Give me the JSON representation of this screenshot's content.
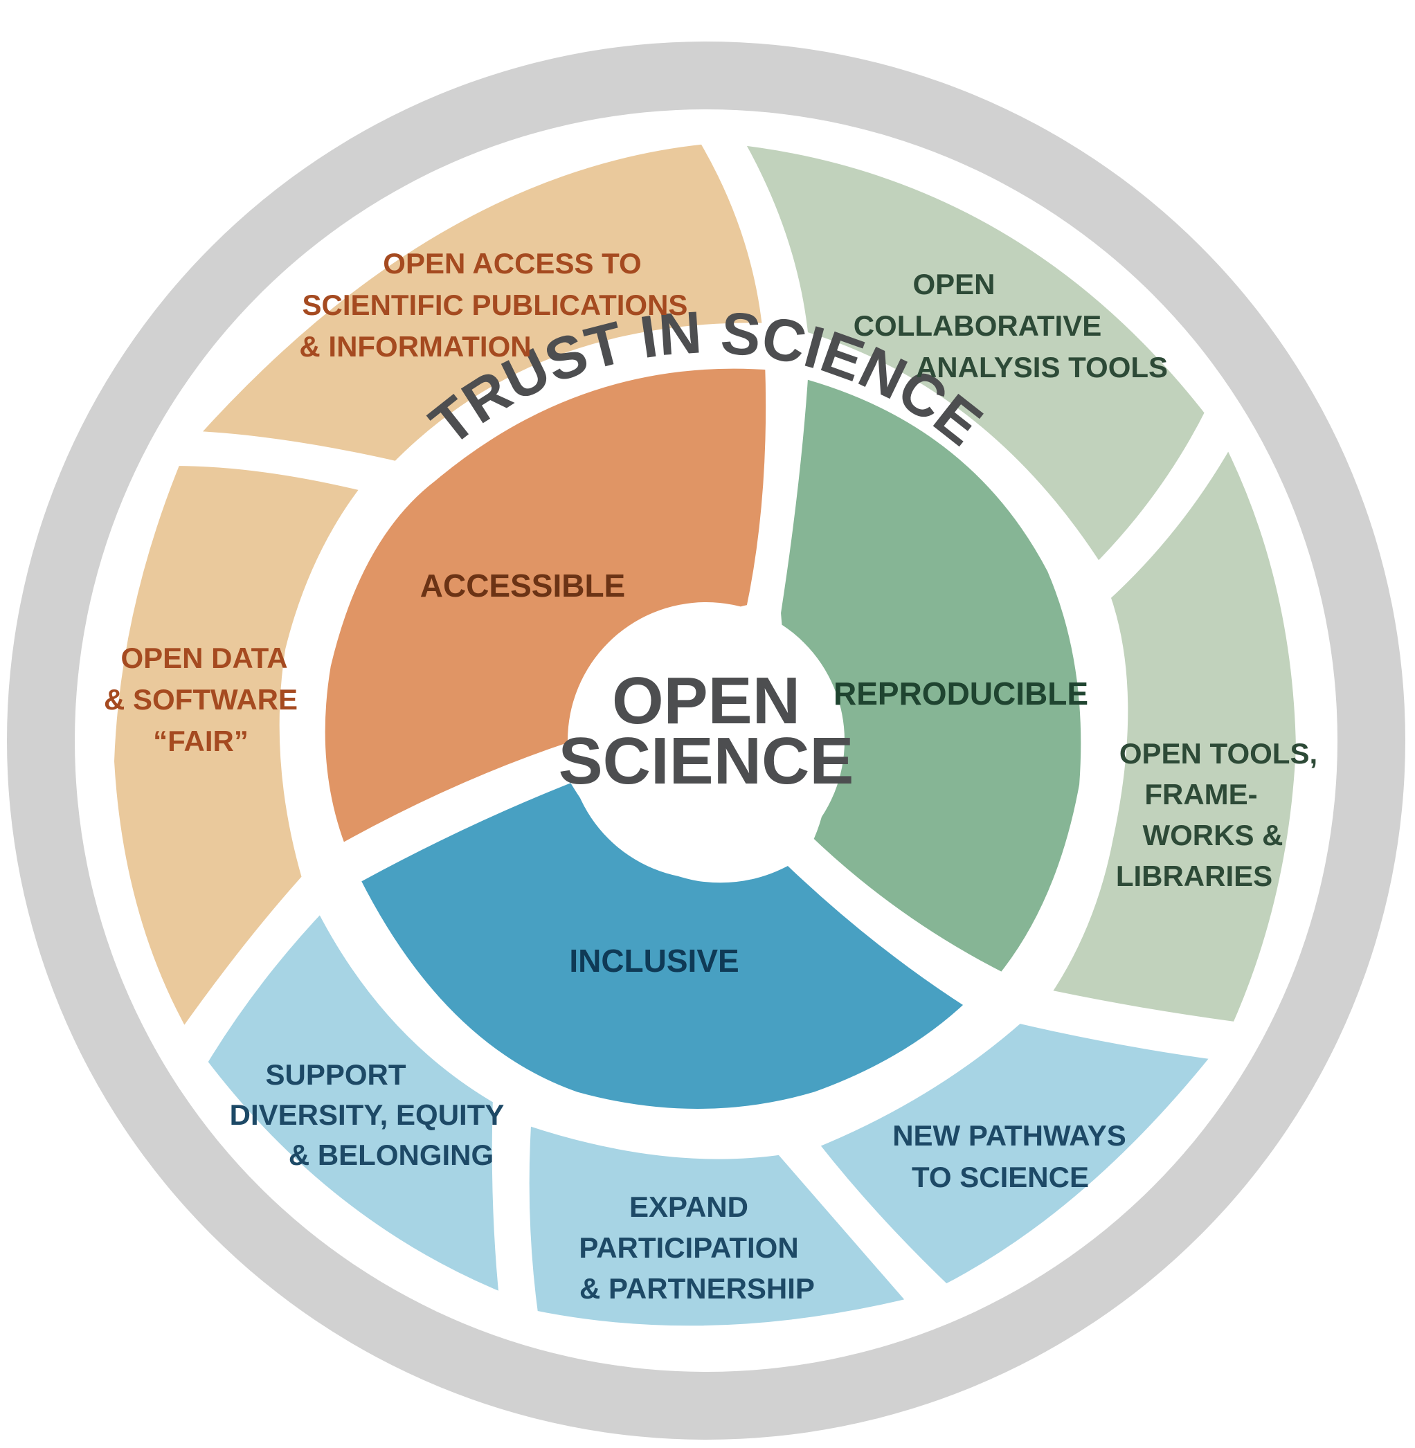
{
  "outer_ring": {
    "label": "TRUST IN SCIENCE",
    "color": "#d1d1d1",
    "text_color": "#4d4e50"
  },
  "center": {
    "lines": [
      "OPEN",
      "SCIENCE"
    ],
    "text_color": "#4d4e50"
  },
  "pillars": {
    "accessible": {
      "label": "ACCESSIBLE",
      "color": "#e09565",
      "text_color": "#6b3315"
    },
    "reproducible": {
      "label": "REPRODUCIBLE",
      "color": "#86b595",
      "text_color": "#1f4430"
    },
    "inclusive": {
      "label": "INCLUSIVE",
      "color": "#48a0c2",
      "text_color": "#0f3a56"
    }
  },
  "activities": {
    "open_access": {
      "lines": [
        "OPEN ACCESS TO",
        "SCIENTIFIC PUBLICATIONS",
        "& INFORMATION"
      ],
      "color": "#eac99c",
      "text_color": "#a54a20"
    },
    "open_data": {
      "lines": [
        "OPEN DATA",
        "& SOFTWARE",
        "“FAIR”"
      ],
      "color": "#eac99c",
      "text_color": "#a54a20"
    },
    "open_collab": {
      "lines": [
        "OPEN",
        "COLLABORATIVE",
        "ANALYSIS TOOLS"
      ],
      "color": "#c1d2bc",
      "text_color": "#2d4a37"
    },
    "open_tools": {
      "lines": [
        "OPEN TOOLS,",
        "FRAME-",
        "WORKS &",
        "LIBRARIES"
      ],
      "color": "#c1d2bc",
      "text_color": "#2d4a37"
    },
    "support_diversity": {
      "lines": [
        "SUPPORT",
        "DIVERSITY, EQUITY",
        "& BELONGING"
      ],
      "color": "#a7d4e4",
      "text_color": "#1d4966"
    },
    "expand_participation": {
      "lines": [
        "EXPAND",
        "PARTICIPATION",
        "& PARTNERSHIP"
      ],
      "color": "#a7d4e4",
      "text_color": "#1d4966"
    },
    "new_pathways": {
      "lines": [
        "NEW PATHWAYS",
        "TO SCIENCE"
      ],
      "color": "#a7d4e4",
      "text_color": "#1d4966"
    }
  }
}
